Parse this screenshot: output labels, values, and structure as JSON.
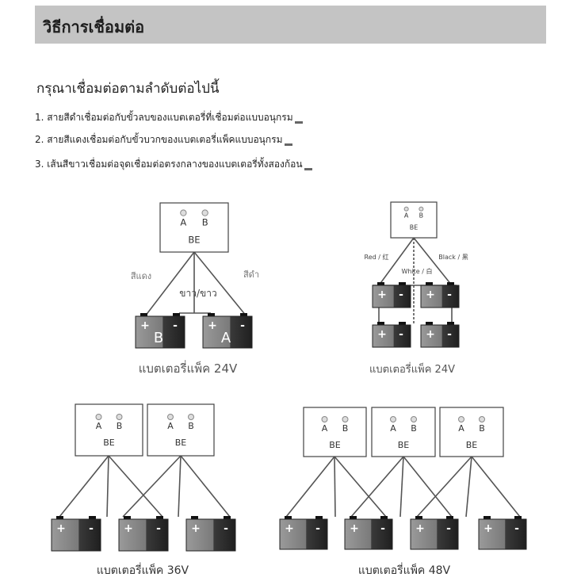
{
  "header": {
    "title": "วิธีการเชื่อมต่อ"
  },
  "instructions": {
    "heading": "กรุณาเชื่อมต่อตามลำดับต่อไปนี้",
    "steps": [
      "1. สายสีดำเชื่อมต่อกับขั้วลบของแบตเตอรี่ที่เชื่อมต่อแบบอนุกรม",
      "2. สายสีแดงเชื่อมต่อกับขั้วบวกของแบตเตอรี่แพ็คแบบอนุกรม",
      "3. เส้นสีขาวเชื่อมต่อจุดเชื่อมต่อตรงกลางของแบตเตอรี่ทั้งสองก้อน"
    ]
  },
  "device": {
    "label": "BE",
    "port_a": "A",
    "port_b": "B"
  },
  "terminals": {
    "plus": "+",
    "minus": "-"
  },
  "diagram1": {
    "caption": "แบตเตอรี่แพ็ค 24V",
    "red_label": "สีแดง",
    "black_label": "สีดำ",
    "white_label": "ขาว/ขาว",
    "battery_left": "B",
    "battery_right": "A"
  },
  "diagram2": {
    "caption": "แบตเตอรี่แพ็ค 24V",
    "red_label": "Red / 红",
    "black_label": "Black / 黑",
    "white_label": "White / 白"
  },
  "diagram3": {
    "caption": "แบตเตอรี่แพ็ค 36V"
  },
  "diagram4": {
    "caption": "แบตเตอรี่แพ็ค 48V"
  },
  "colors": {
    "header_bg": "#c4c4c4",
    "battery_light": "#8d8d8d",
    "battery_dark": "#2e2e2e",
    "wire": "#555555"
  }
}
